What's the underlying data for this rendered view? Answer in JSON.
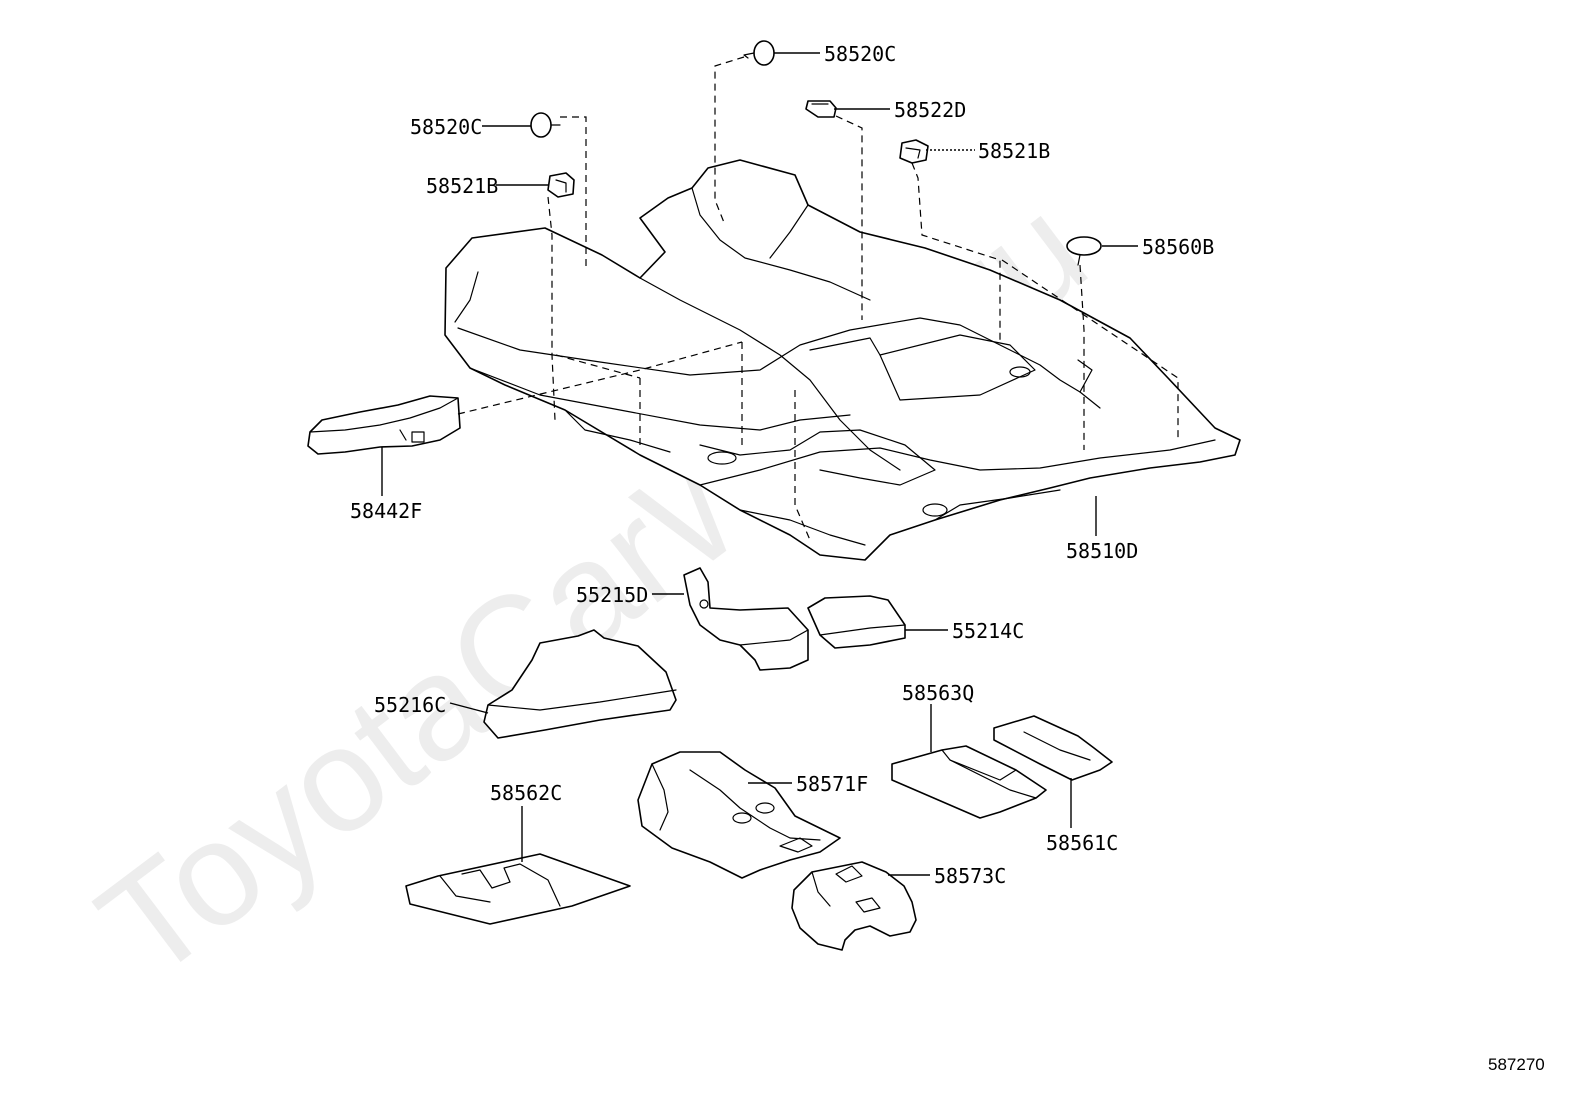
{
  "watermark": "ToyotaCarWine.ru",
  "figure_number": "587270",
  "parts": [
    {
      "key": "p58520c_top",
      "label": "58520C"
    },
    {
      "key": "p58522d",
      "label": "58522D"
    },
    {
      "key": "p58520c_left",
      "label": "58520C"
    },
    {
      "key": "p58521b_right",
      "label": "58521B"
    },
    {
      "key": "p58521b_left",
      "label": "58521B"
    },
    {
      "key": "p58560b",
      "label": "58560B"
    },
    {
      "key": "p58442f",
      "label": "58442F"
    },
    {
      "key": "p58510d",
      "label": "58510D"
    },
    {
      "key": "p55215d",
      "label": "55215D"
    },
    {
      "key": "p55214c",
      "label": "55214C"
    },
    {
      "key": "p58563q",
      "label": "58563Q"
    },
    {
      "key": "p55216c",
      "label": "55216C"
    },
    {
      "key": "p58571f",
      "label": "58571F"
    },
    {
      "key": "p58562c",
      "label": "58562C"
    },
    {
      "key": "p58561c",
      "label": "58561C"
    },
    {
      "key": "p58573c",
      "label": "58573C"
    }
  ]
}
